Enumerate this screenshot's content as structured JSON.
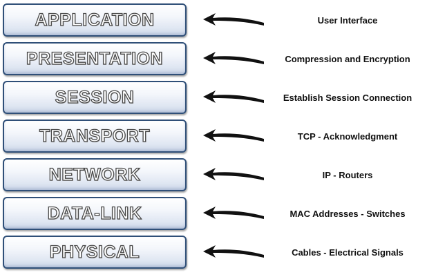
{
  "layers": [
    {
      "name": "APPLICATION",
      "description": "User Interface"
    },
    {
      "name": "PRESENTATION",
      "description": "Compression and Encryption"
    },
    {
      "name": "SESSION",
      "description": "Establish Session Connection"
    },
    {
      "name": "TRANSPORT",
      "description": "TCP - Acknowledgment"
    },
    {
      "name": "NETWORK",
      "description": "IP - Routers"
    },
    {
      "name": "DATA-LINK",
      "description": "MAC Addresses - Switches"
    },
    {
      "name": "PHYSICAL",
      "description": "Cables - Electrical Signals"
    }
  ],
  "colors": {
    "box_border": "#2f4f78",
    "box_fill_top": "#ffffff",
    "box_fill_bottom": "#c9d4e6",
    "layer_text_outline": "#4a4a4a",
    "arrow": "#111111",
    "description_text": "#111111"
  },
  "icons": {
    "pointer": "left-arrow-icon"
  }
}
